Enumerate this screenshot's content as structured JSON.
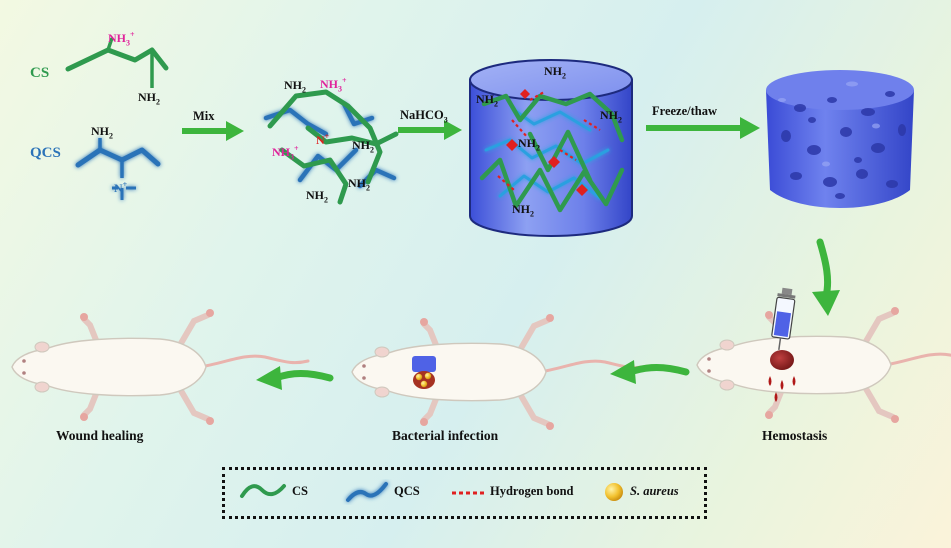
{
  "molecules": {
    "cs_label": "CS",
    "qcs_label": "QCS",
    "nh3_plus": "NH3+",
    "nh2": "NH2",
    "n_plus": "N+"
  },
  "steps": {
    "mix": "Mix",
    "nahco3": "NaHCO3",
    "freeze_thaw": "Freeze/thaw"
  },
  "stages": {
    "hemostasis": "Hemostasis",
    "bacterial_infection": "Bacterial infection",
    "wound_healing": "Wound healing"
  },
  "legend": {
    "cs": "CS",
    "qcs": "QCS",
    "hydrogen_bond": "Hydrogen bond",
    "s_aureus": "S. aureus"
  },
  "colors": {
    "cs_green": "#2f9a4e",
    "qcs_blue": "#2b73b8",
    "arrow_green": "#3db53d",
    "hydrogen_bond_red": "#e02020",
    "nh3_pink": "#e0239b",
    "sponge_blue": "#5566e8",
    "s_aureus_yellow": "#f2c12e"
  }
}
